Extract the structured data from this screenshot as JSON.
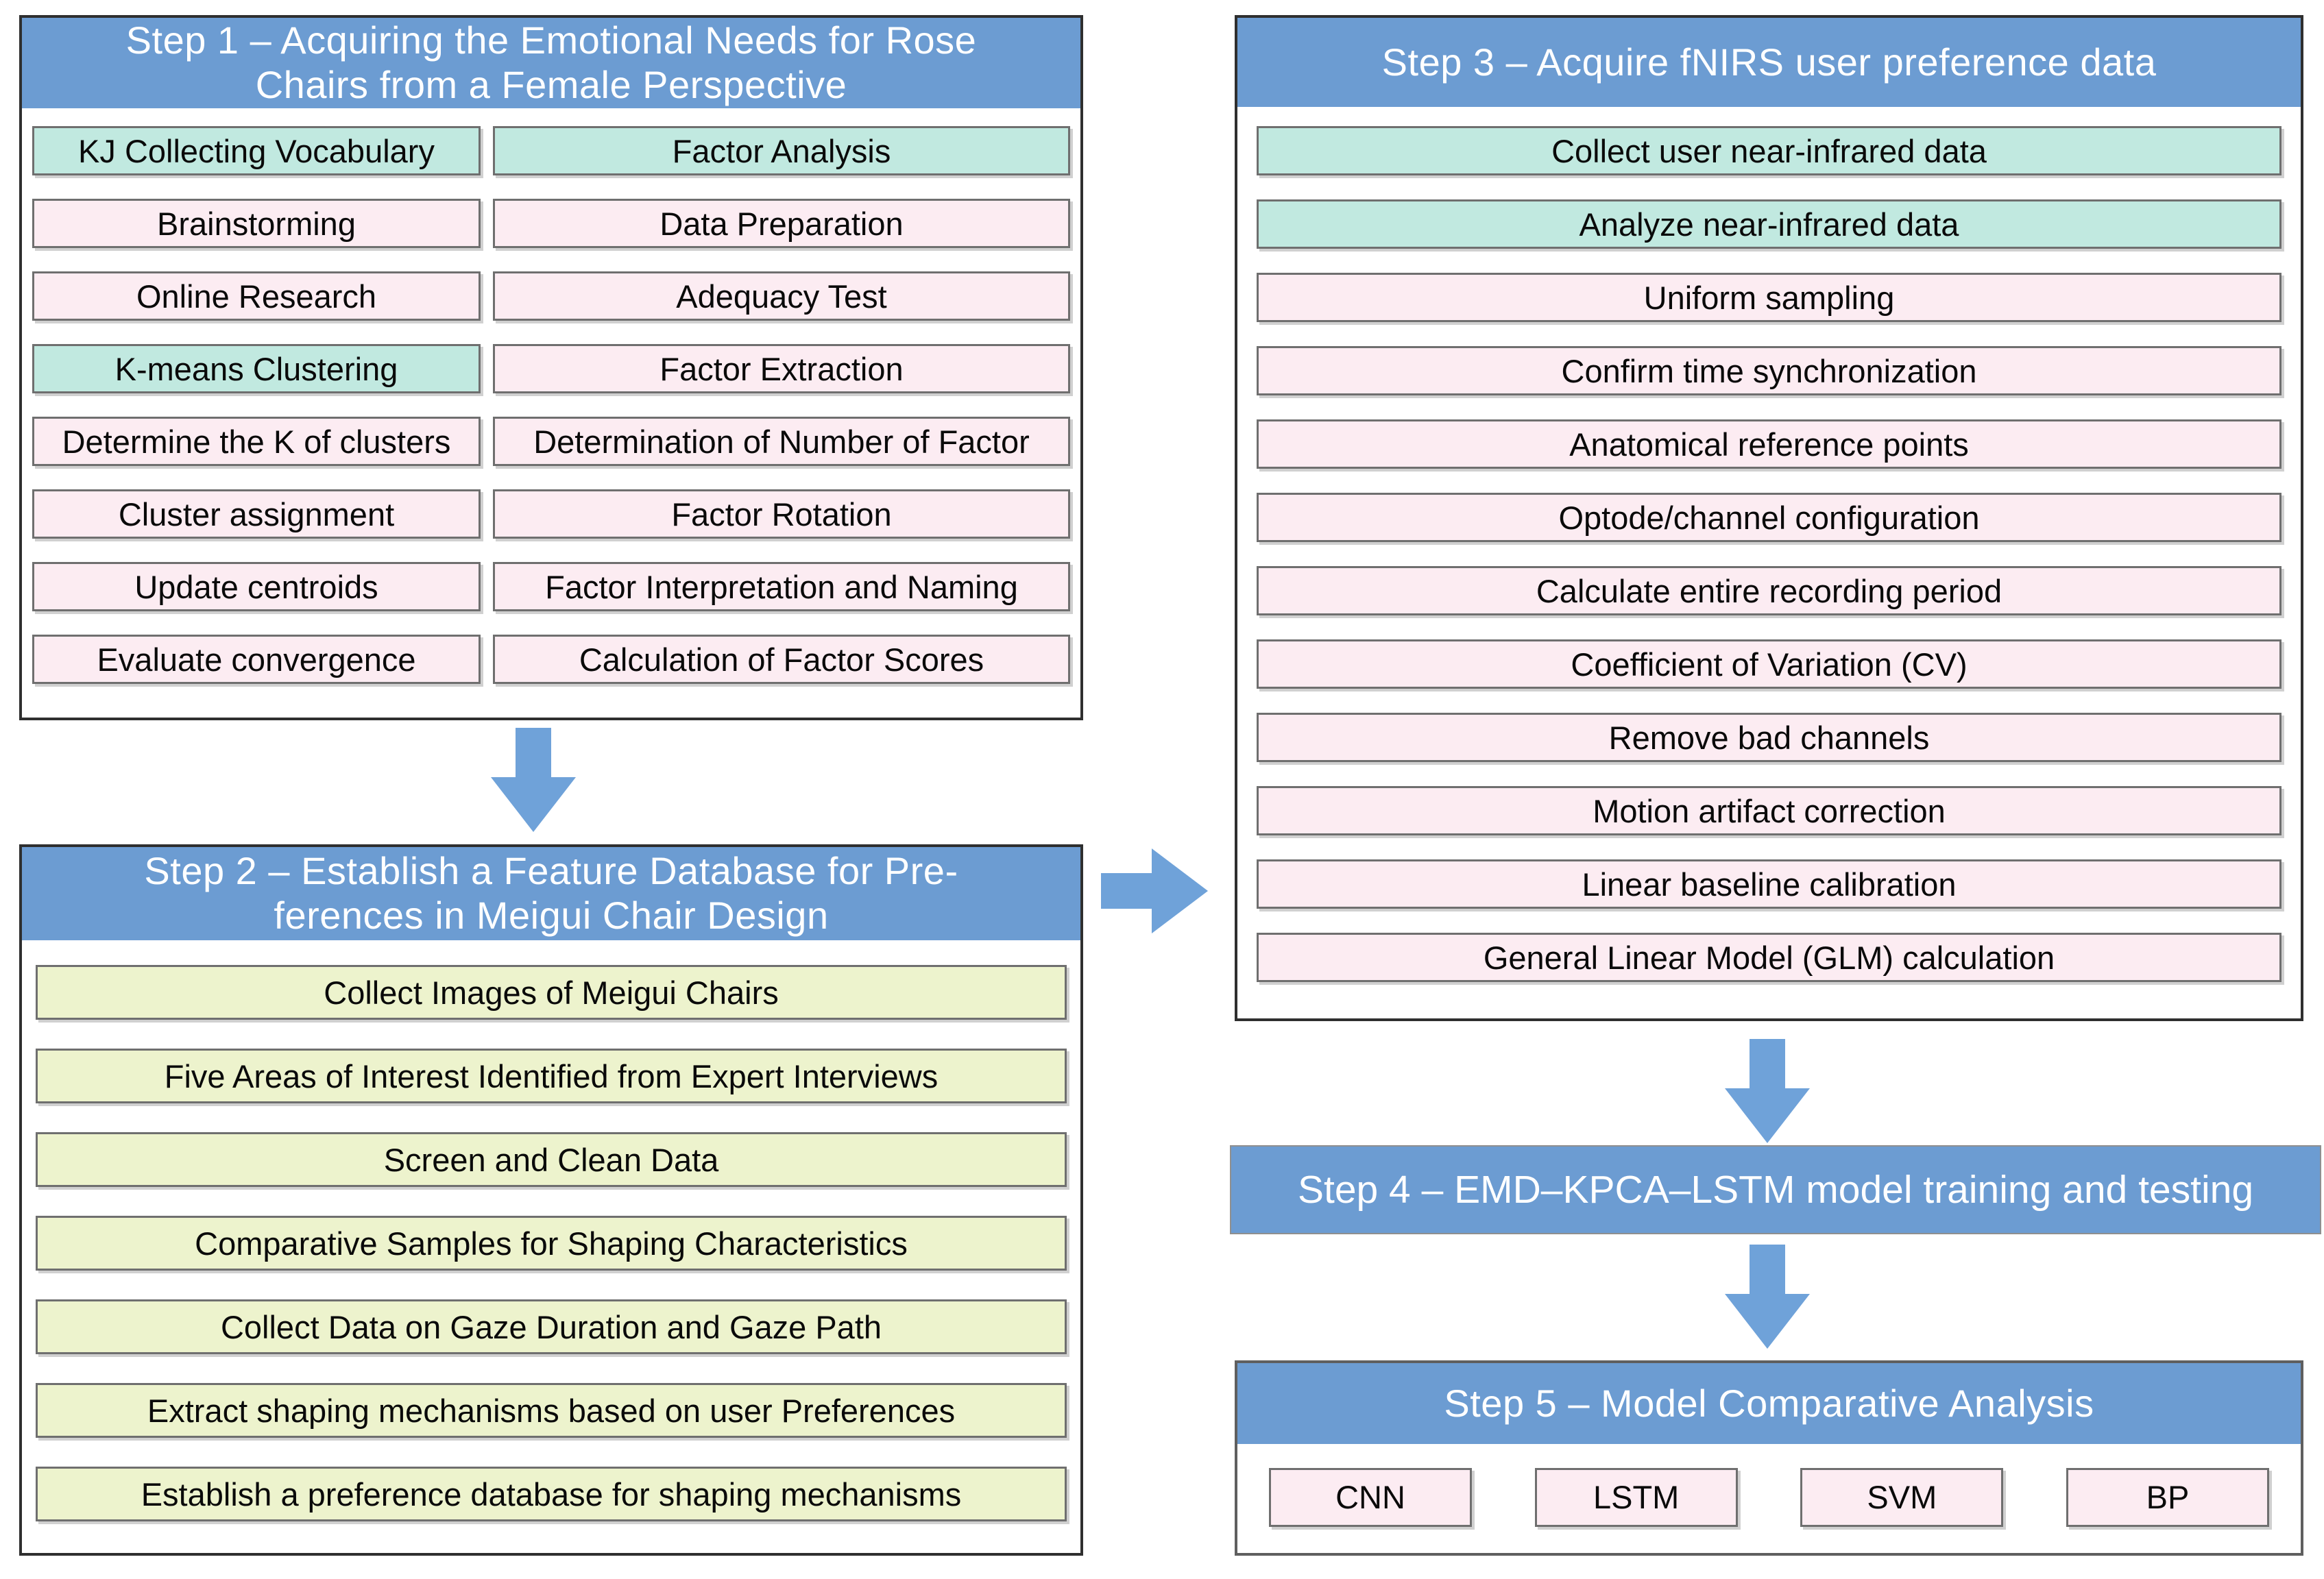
{
  "figure": {
    "type": "five-step research methodology flowchart"
  },
  "colors": {
    "header_blue": "#6c9cd2",
    "arrow_blue": "#6fa2d9",
    "teal_box": "#c1e9e0",
    "pink_box": "#fcecf2",
    "green_box": "#edf3cd"
  },
  "step1": {
    "title": "Step 1 – Acquiring the Emotional Needs for Rose\nChairs from a Female Perspective",
    "left_boxes": [
      "KJ Collecting Vocabulary",
      "Brainstorming",
      "Online Research",
      "K-means Clustering",
      "Determine the K of clusters",
      "Cluster assignment",
      "Update centroids",
      "Evaluate convergence"
    ],
    "right_boxes": [
      "Factor Analysis",
      "Data Preparation",
      "Adequacy Test",
      "Factor Extraction",
      "Determination of Number of Factor",
      "Factor Rotation",
      "Factor Interpretation and Naming",
      "Calculation of Factor Scores"
    ]
  },
  "step2": {
    "title": "Step 2 – Establish a Feature Database for Pre-\nferences in Meigui Chair Design",
    "boxes": [
      "Collect Images of Meigui Chairs",
      "Five Areas of Interest Identified from Expert Interviews",
      "Screen and Clean Data",
      "Comparative Samples for Shaping Characteristics",
      "Collect Data on Gaze Duration and Gaze Path",
      "Extract shaping mechanisms based on user Preferences",
      "Establish a preference database for shaping mechanisms"
    ]
  },
  "step3": {
    "title": "Step 3 – Acquire fNIRS user preference data",
    "boxes": [
      "Collect user near-infrared data",
      "Analyze near-infrared data",
      "Uniform sampling",
      "Confirm time synchronization",
      "Anatomical reference points",
      "Optode/channel configuration",
      "Calculate entire recording period",
      "Coefficient of Variation (CV)",
      "Remove bad channels",
      "Motion artifact correction",
      "Linear baseline calibration",
      "General Linear Model (GLM) calculation"
    ]
  },
  "step4": {
    "title": "Step 4 – EMD–KPCA–LSTM model training and testing"
  },
  "step5": {
    "title": "Step 5 – Model Comparative Analysis",
    "boxes": [
      "CNN",
      "LSTM",
      "SVM",
      "BP"
    ]
  }
}
